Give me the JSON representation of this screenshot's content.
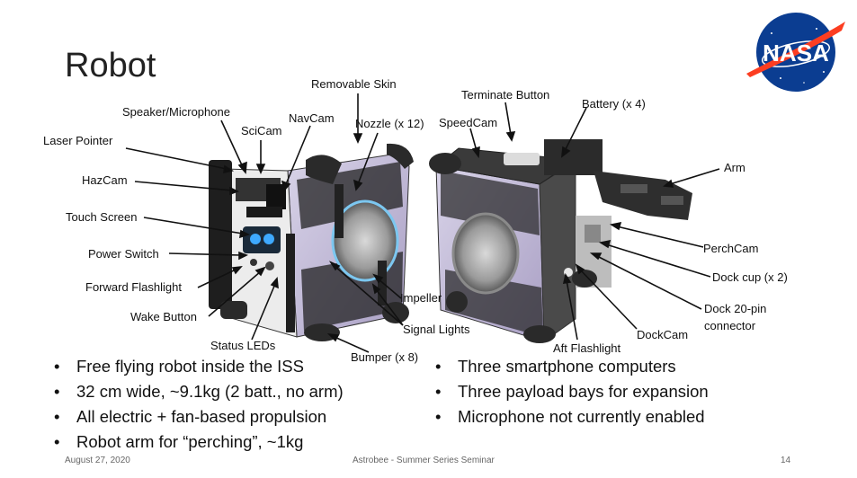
{
  "slide": {
    "title": "Robot",
    "labels": {
      "removable_skin": "Removable Skin",
      "speaker_microphone": "Speaker/Microphone",
      "navcam": "NavCam",
      "scicam": "SciCam",
      "laser_pointer": "Laser Pointer",
      "nozzle": "Nozzle (x 12)",
      "hazcam": "HazCam",
      "touch_screen": "Touch Screen",
      "power_switch": "Power Switch",
      "forward_flashlight": "Forward Flashlight",
      "wake_button": "Wake Button",
      "status_leds": "Status LEDs",
      "impeller": "Impeller",
      "signal_lights": "Signal Lights",
      "bumper": "Bumper (x 8)",
      "terminate_button": "Terminate Button",
      "battery": "Battery (x 4)",
      "speedcam": "SpeedCam",
      "arm": "Arm",
      "perchcam": "PerchCam",
      "dock_cup": "Dock cup (x 2)",
      "dock_connector_line1": "Dock 20-pin",
      "dock_connector_line2": "connector",
      "dockcam": "DockCam",
      "aft_flashlight": "Aft Flashlight"
    },
    "bullets_left": [
      "Free flying robot inside the ISS",
      "32 cm wide, ~9.1kg (2 batt., no arm)",
      "All electric + fan-based propulsion",
      "Robot arm for “perching”, ~1kg"
    ],
    "bullets_right": [
      "Three smartphone computers",
      "Three payload bays for expansion",
      "Microphone not currently enabled"
    ],
    "footer": {
      "date": "August 27, 2020",
      "event": "Astrobee - Summer Series Seminar",
      "page": "14"
    },
    "logo_text": "NASA"
  }
}
